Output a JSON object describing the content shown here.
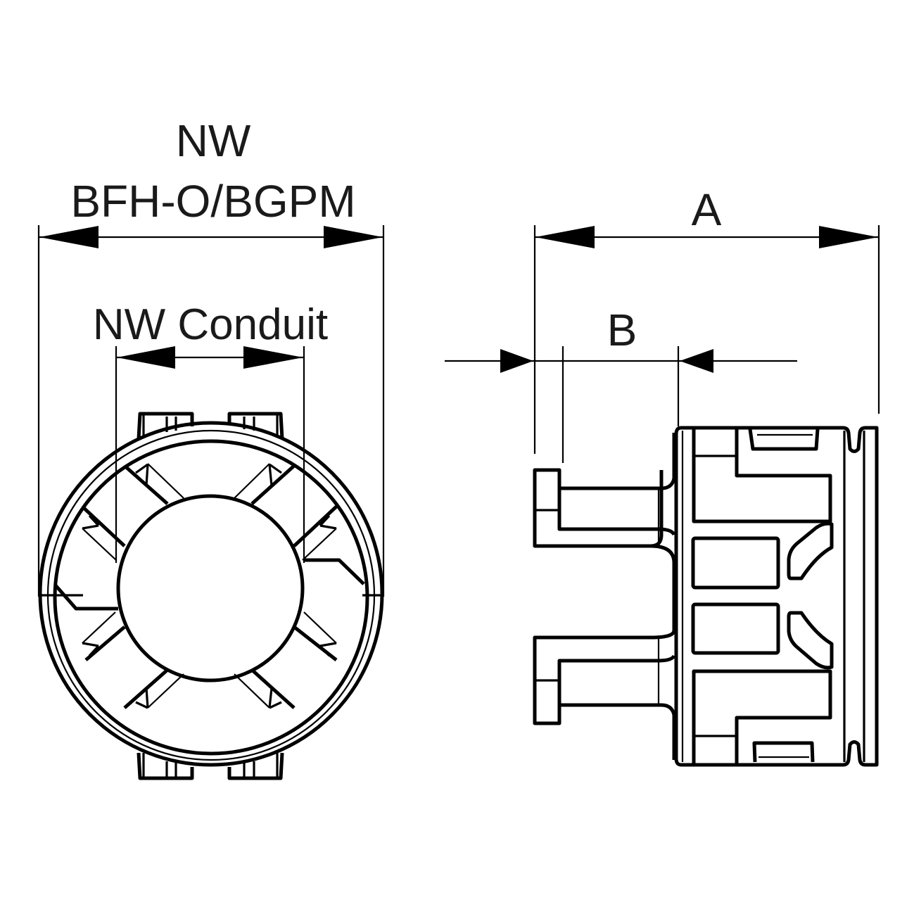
{
  "labels": {
    "nw_line1": "NW",
    "nw_line2": "BFH-O/BGPM",
    "nw_conduit": "NW Conduit",
    "dim_a": "A",
    "dim_b": "B"
  },
  "views": {
    "front_view": "front-view",
    "side_view": "side-view"
  },
  "colors": {
    "line": "#000000",
    "text": "#1a1a1a",
    "background": "#ffffff"
  }
}
